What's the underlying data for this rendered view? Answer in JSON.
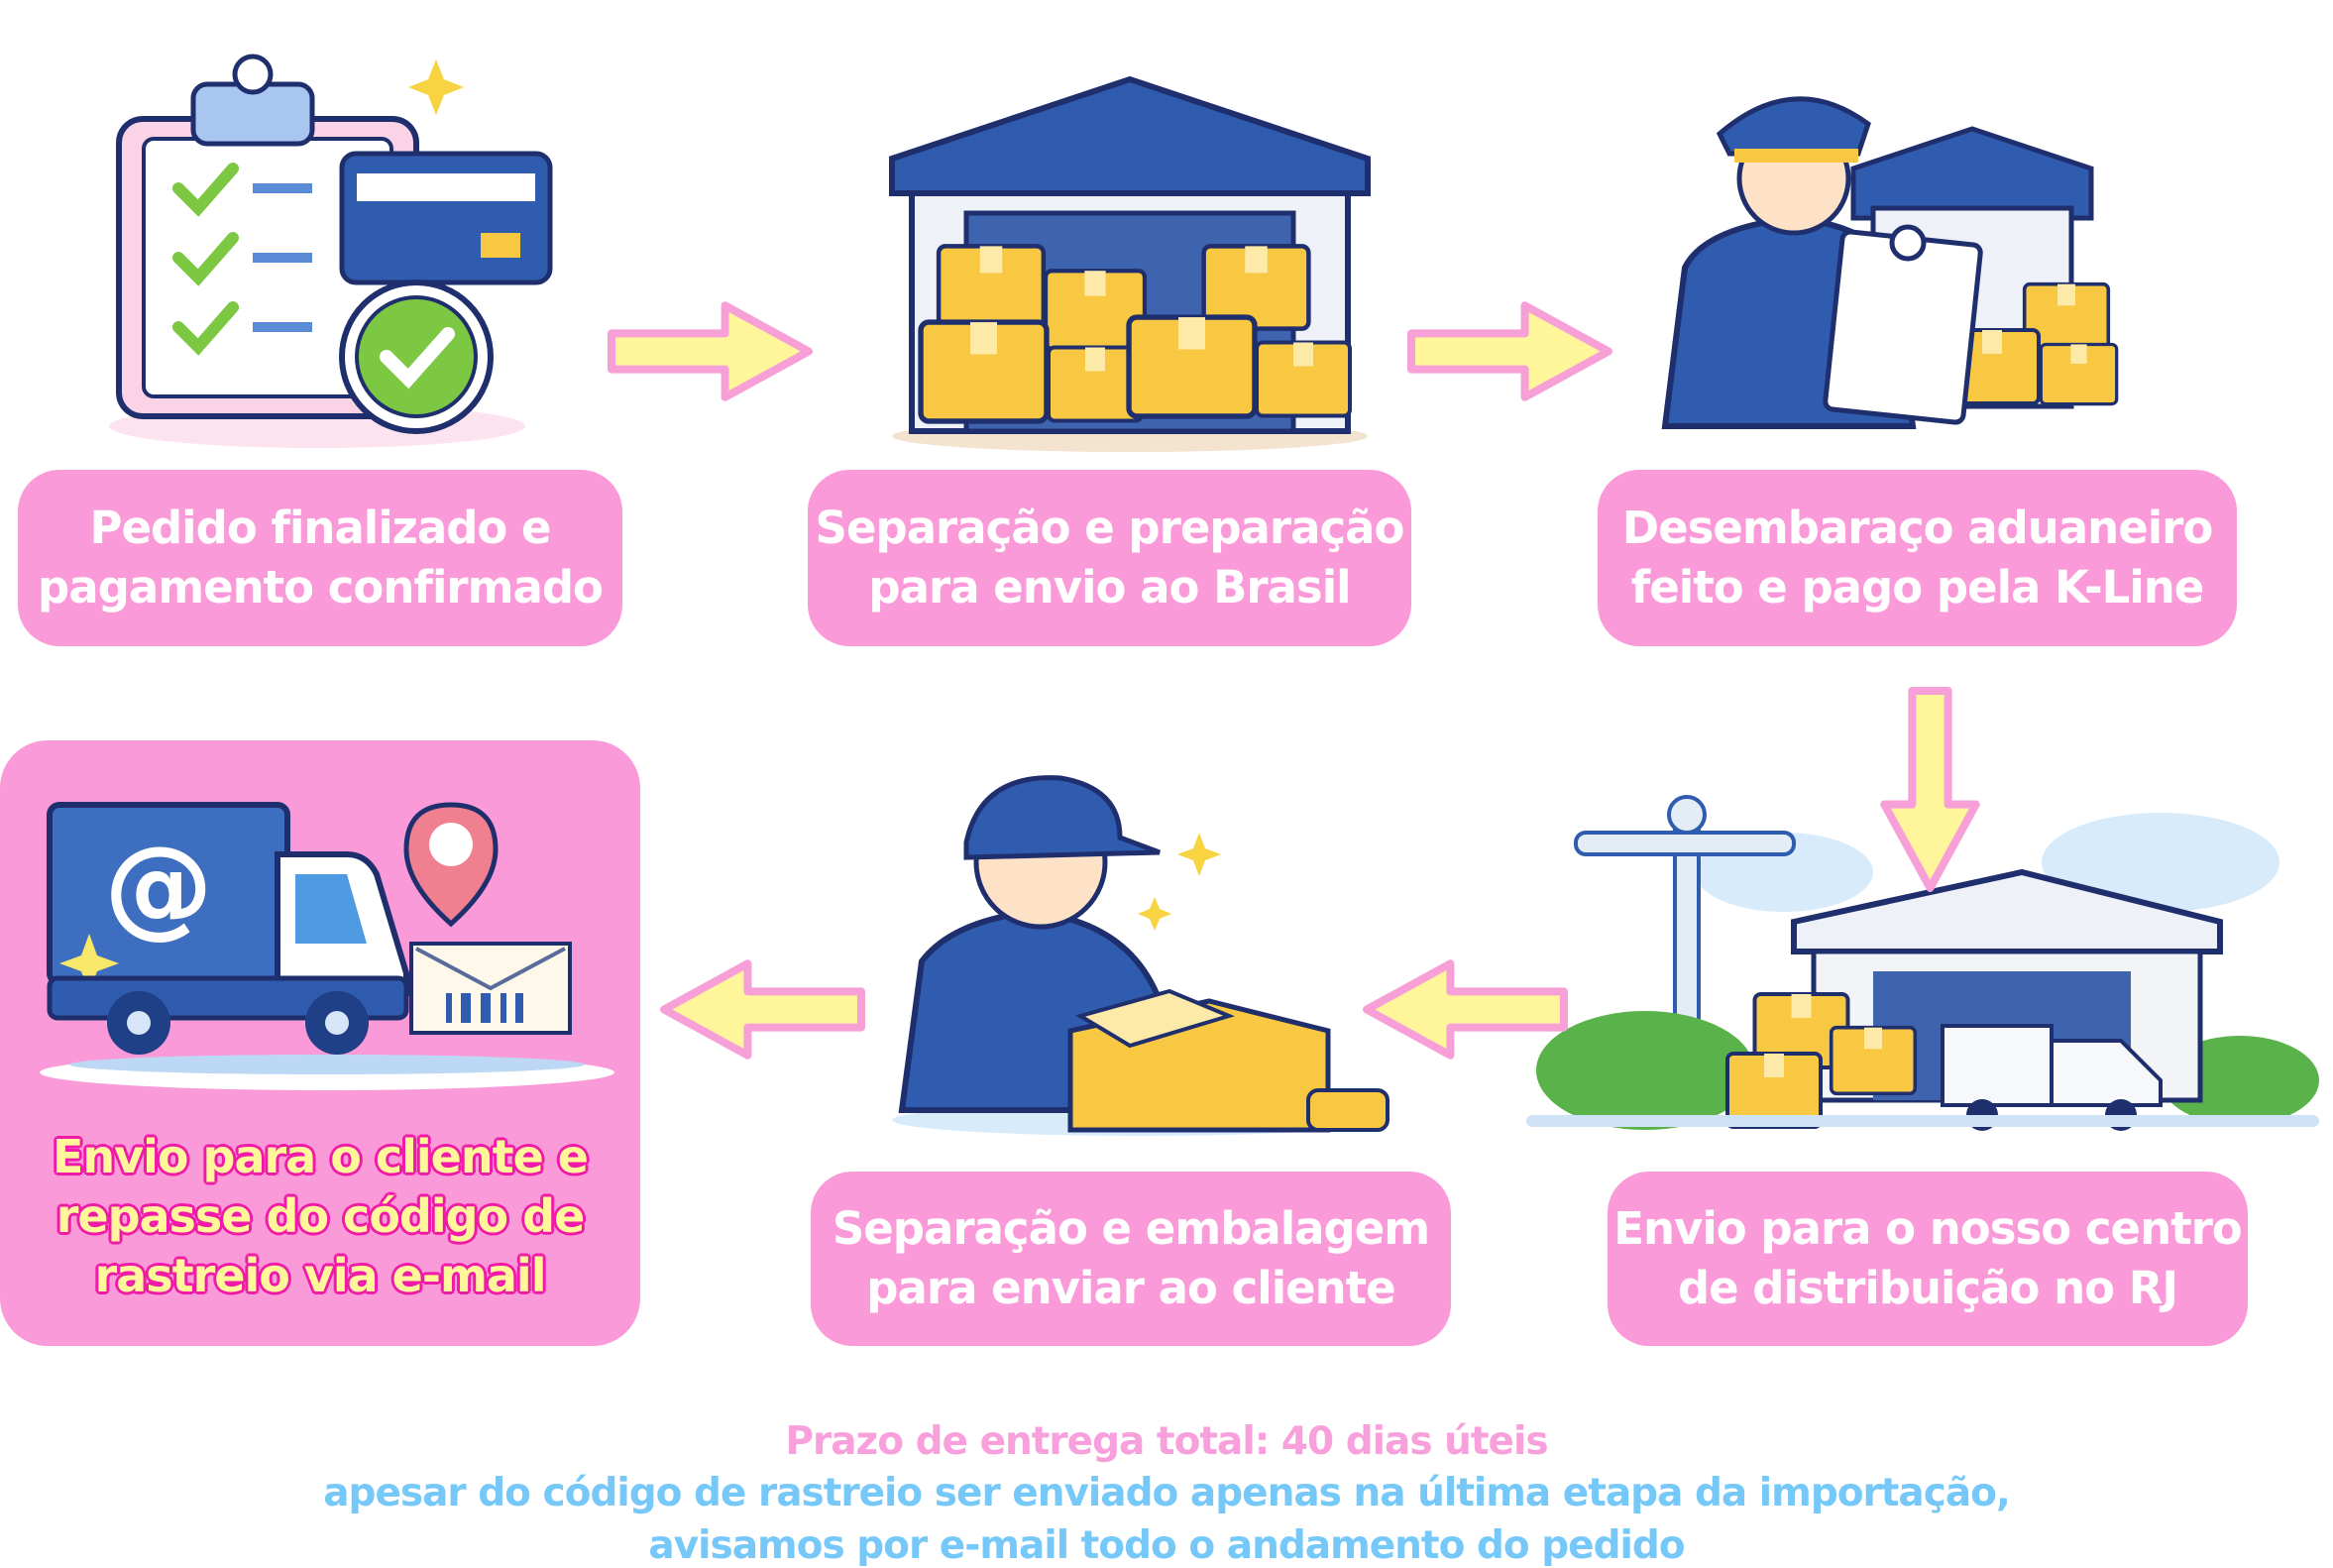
{
  "steps": [
    {
      "line1": "Pedido finalizado e",
      "line2": "pagamento confirmado",
      "icon": "clipboard-payment-check-icon"
    },
    {
      "line1": "Separação e preparação",
      "line2": "para envio ao Brasil",
      "icon": "warehouse-boxes-icon"
    },
    {
      "line1": "Desembaraço aduaneiro",
      "line2": "feito e pago pela K-Line",
      "icon": "customs-officer-icon"
    },
    {
      "line1": "Envio para o nosso centro",
      "line2": "de distribuição no RJ",
      "icon": "rio-distribution-center-icon"
    },
    {
      "line1": "Separação e embalagem",
      "line2": "para enviar ao cliente",
      "icon": "worker-packing-box-icon"
    },
    {
      "line1": "Envio para o cliente e",
      "line2": "repasse do código de",
      "line3": "rastreio via e-mail",
      "icon": "delivery-truck-email-icon"
    }
  ],
  "footer": {
    "deadline": "Prazo de entrega total: 40 dias úteis",
    "note_line1": "apesar do código de rastreio ser enviado apenas na última etapa da importação,",
    "note_line2": "avisamos por e-mail todo o andamento do pedido"
  },
  "colors": {
    "pink": "#fa9ad8",
    "arrow_fill": "#fff59a",
    "arrow_stroke": "#f7a0d8",
    "footer_blue": "#76c8f8",
    "blue": "#2f5cae",
    "box_yellow": "#f8c842"
  }
}
